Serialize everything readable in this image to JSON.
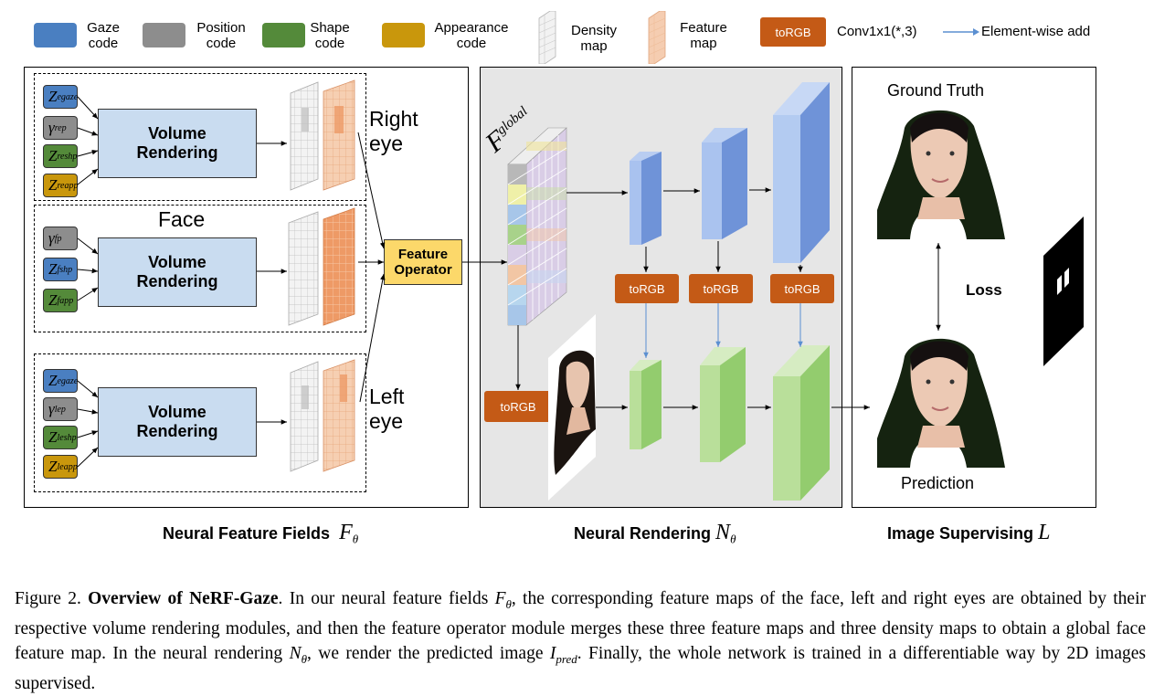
{
  "legend": {
    "gaze": "Gaze\ncode",
    "position": "Position\ncode",
    "shape": "Shape\ncode",
    "appearance": "Appearance\ncode",
    "density": "Density\nmap",
    "feature": "Feature\nmap",
    "torgb": "toRGB",
    "conv": "Conv1x1(*,3)",
    "add": "Element-wise add"
  },
  "colors": {
    "gaze": "#4a7fc1",
    "position": "#8d8d8d",
    "shape": "#548a3a",
    "appearance": "#c9970c",
    "torgb": "#c45a16",
    "volume": "#c9dcf0",
    "feature_operator": "#fcd86a"
  },
  "fields": {
    "volume_rendering": "Volume\nRendering",
    "right_eye": "Right\neye",
    "face": "Face",
    "left_eye": "Left\neye",
    "feature_operator": "Feature\nOperator",
    "global_label": "F",
    "global_sup": "global"
  },
  "codes": {
    "right": [
      {
        "base": "Z",
        "sup": "e",
        "sub": "gaze",
        "color": "gaze"
      },
      {
        "base": "γ",
        "sup": "re",
        "sub": "p",
        "color": "position"
      },
      {
        "base": "Z",
        "sup": "re",
        "sub": "shp",
        "color": "shape"
      },
      {
        "base": "Z",
        "sup": "re",
        "sub": "app",
        "color": "appearance"
      }
    ],
    "face": [
      {
        "base": "γ",
        "sup": "f",
        "sub": "p",
        "color": "position"
      },
      {
        "base": "Z",
        "sup": "f",
        "sub": "shp",
        "color": "gaze"
      },
      {
        "base": "Z",
        "sup": "f",
        "sub": "app",
        "color": "shape"
      }
    ],
    "left": [
      {
        "base": "Z",
        "sup": "e",
        "sub": "gaze",
        "color": "gaze"
      },
      {
        "base": "γ",
        "sup": "le",
        "sub": "p",
        "color": "position"
      },
      {
        "base": "Z",
        "sup": "le",
        "sub": "shp",
        "color": "shape"
      },
      {
        "base": "Z",
        "sup": "le",
        "sub": "app",
        "color": "appearance"
      }
    ]
  },
  "rendering": {
    "torgb": "toRGB"
  },
  "supervision": {
    "ground_truth": "Ground Truth",
    "prediction": "Prediction",
    "loss": "Loss"
  },
  "sections": {
    "fields_title": "Neural Feature Fields",
    "fields_math": "F",
    "fields_math_sub": "θ",
    "rendering_title": "Neural Rendering",
    "rendering_math": "N",
    "rendering_math_sub": "θ",
    "supervising_title": "Image Supervising",
    "supervising_math": "L"
  },
  "caption": {
    "figure": "Figure 2.",
    "title": "Overview of NeRF-Gaze",
    "t1": ". In our neural feature fields ",
    "m1": "F",
    "m1s": "θ",
    "t2": ", the corresponding feature maps of the face, left and right eyes are obtained by their respective volume rendering modules, and then the feature operator module merges these three feature maps and three density maps to obtain a global face feature map. In the neural rendering ",
    "m2": "N",
    "m2s": "θ",
    "t3": ", we render the predicted image ",
    "m3": "I",
    "m3s": "pred",
    "t4": ". Finally, the whole network is trained in a differentiable way by 2D images supervised."
  }
}
